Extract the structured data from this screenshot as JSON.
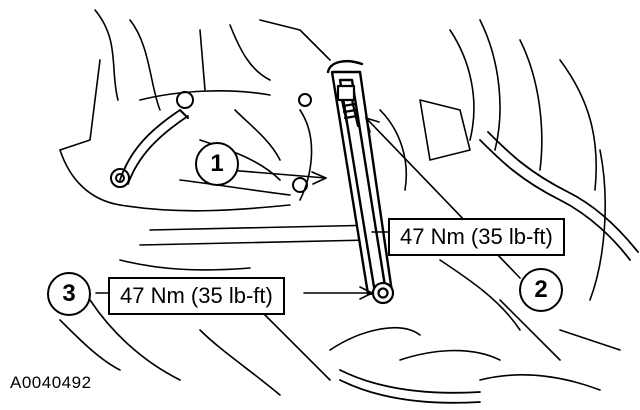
{
  "figure_id": "A0040492",
  "callouts": {
    "one": "1",
    "two": "2",
    "three": "3"
  },
  "torque_labels": {
    "upper": "47 Nm (35 lb-ft)",
    "lower": "47 Nm (35 lb-ft)"
  }
}
